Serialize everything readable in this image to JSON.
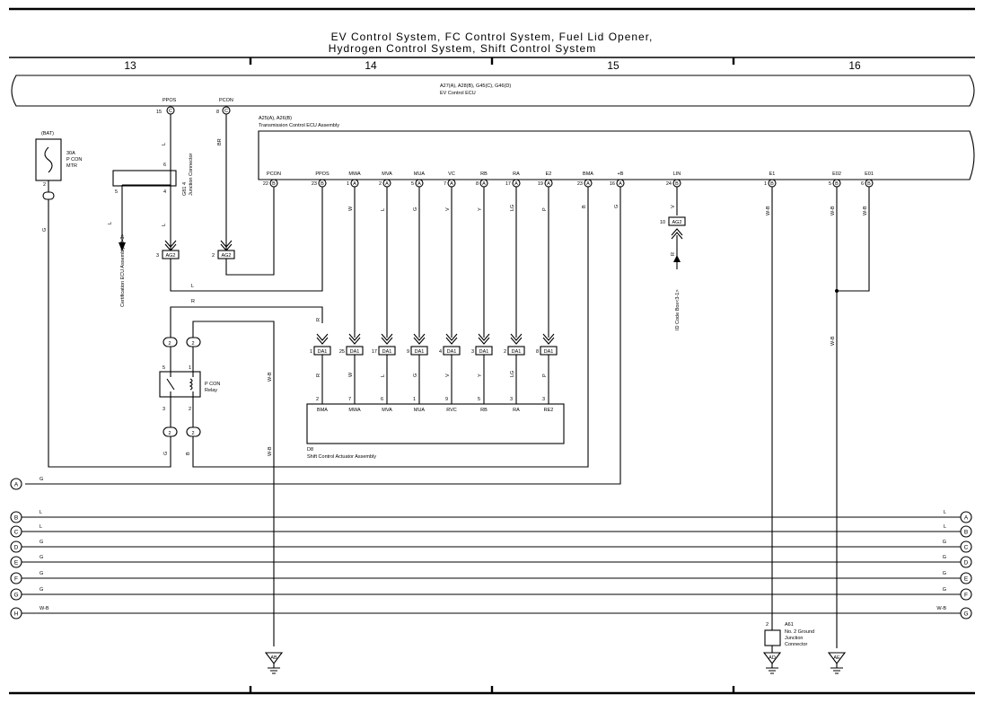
{
  "title": {
    "line1": "EV Control System,  FC Control System,  Fuel Lid Opener,",
    "line2": "Hydrogen Control System,  Shift Control System"
  },
  "columns": [
    "13",
    "14",
    "15",
    "16"
  ],
  "ecu_top": {
    "id": "A27(A), A28(B), G45(C), G46(D)",
    "name": "EV Control ECU"
  },
  "ecu_top_pins": [
    {
      "label": "PPOS",
      "pin": "15",
      "conn": "C"
    },
    {
      "label": "PCON",
      "pin": "8",
      "conn": "C"
    }
  ],
  "tcu": {
    "id": "A25(A), A26(B)",
    "name": "Transmission Control ECU Assembly"
  },
  "tcu_pins": [
    {
      "label": "PCON",
      "pin": "22",
      "conn": "B",
      "wire": "BR"
    },
    {
      "label": "PPOS",
      "pin": "23",
      "conn": "B",
      "wire": "L"
    },
    {
      "label": "MWA",
      "pin": "1",
      "conn": "A",
      "wire": "W"
    },
    {
      "label": "MVA",
      "pin": "2",
      "conn": "A",
      "wire": "L"
    },
    {
      "label": "MUA",
      "pin": "5",
      "conn": "A",
      "wire": "G"
    },
    {
      "label": "VC",
      "pin": "7",
      "conn": "A",
      "wire": "V"
    },
    {
      "label": "RB",
      "pin": "8",
      "conn": "A",
      "wire": "Y"
    },
    {
      "label": "RA",
      "pin": "17",
      "conn": "A",
      "wire": "LG"
    },
    {
      "label": "E2",
      "pin": "19",
      "conn": "A",
      "wire": "P"
    },
    {
      "label": "BMA",
      "pin": "23",
      "conn": "A",
      "wire": "B"
    },
    {
      "label": "+B",
      "pin": "16",
      "conn": "A",
      "wire": "G"
    },
    {
      "label": "LIN",
      "pin": "24",
      "conn": "B",
      "wire": "V"
    },
    {
      "label": "E1",
      "pin": "1",
      "conn": "B",
      "wire": "W-B"
    },
    {
      "label": "E02",
      "pin": "5",
      "conn": "B",
      "wire": "W-B"
    },
    {
      "label": "E01",
      "pin": "6",
      "conn": "B",
      "wire": "W-B"
    }
  ],
  "fuse": {
    "tag": "(BAT)",
    "rating": "30A",
    "name1": "P CON",
    "name2": "MTR",
    "pin": "2"
  },
  "junction": {
    "id": "G81",
    "num": "4",
    "name": "Junction Connector",
    "pins": [
      "6",
      "5",
      "4"
    ]
  },
  "cert_ecu": "Certification ECU Assembly<3-3>",
  "id_code_box": "ID Code Box<3-1>",
  "ag2_connectors": [
    {
      "pin": "3",
      "name": "AG2"
    },
    {
      "pin": "2",
      "name": "AG2"
    },
    {
      "pin": "10",
      "name": "AG2"
    }
  ],
  "da1_connectors": [
    {
      "pin": "1",
      "name": "DA1",
      "wire": "R"
    },
    {
      "pin": "25",
      "name": "DA1",
      "wire": "W"
    },
    {
      "pin": "17",
      "name": "DA1",
      "wire": "L"
    },
    {
      "pin": "9",
      "name": "DA1",
      "wire": "G"
    },
    {
      "pin": "4",
      "name": "DA1",
      "wire": "V"
    },
    {
      "pin": "3",
      "name": "DA1",
      "wire": "Y"
    },
    {
      "pin": "2",
      "name": "DA1",
      "wire": "LG"
    },
    {
      "pin": "8",
      "name": "DA1",
      "wire": "P"
    }
  ],
  "relay": {
    "name1": "P CON",
    "name2": "Relay",
    "pins": [
      "5",
      "1",
      "3",
      "2"
    ],
    "conn": "2"
  },
  "actuator": {
    "id": "D8",
    "name": "Shift Control Actuator Assembly",
    "pins": [
      {
        "pin": "2",
        "label": "BMA"
      },
      {
        "pin": "7",
        "label": "MWA"
      },
      {
        "pin": "6",
        "label": "MVA"
      },
      {
        "pin": "1",
        "label": "MUA"
      },
      {
        "pin": "9",
        "label": "RVC"
      },
      {
        "pin": "5",
        "label": "RB"
      },
      {
        "pin": "3",
        "label": "RA"
      },
      {
        "pin": "3",
        "label": "RE2"
      }
    ]
  },
  "wire_labels": {
    "l": "L",
    "br": "BR",
    "g": "G",
    "r": "R",
    "b": "B",
    "v": "V",
    "wb": "W-B"
  },
  "bus_left": [
    {
      "node": "A",
      "wire": "G"
    },
    {
      "node": "B",
      "wire": "L"
    },
    {
      "node": "C",
      "wire": "L"
    },
    {
      "node": "D",
      "wire": "G"
    },
    {
      "node": "E",
      "wire": "G"
    },
    {
      "node": "F",
      "wire": "G"
    },
    {
      "node": "G",
      "wire": "G"
    },
    {
      "node": "H",
      "wire": "W-B"
    }
  ],
  "bus_right": [
    {
      "node": "A",
      "wire": "L"
    },
    {
      "node": "B",
      "wire": "L"
    },
    {
      "node": "C",
      "wire": "G"
    },
    {
      "node": "D",
      "wire": "G"
    },
    {
      "node": "E",
      "wire": "G"
    },
    {
      "node": "F",
      "wire": "G"
    },
    {
      "node": "G",
      "wire": "W-B"
    }
  ],
  "ground_junction": {
    "id": "A61",
    "line1": "No.  2 Ground",
    "line2": "Junction",
    "line3": "Connector",
    "pin": "2"
  },
  "grounds": [
    "AB",
    "AD",
    "AE"
  ]
}
